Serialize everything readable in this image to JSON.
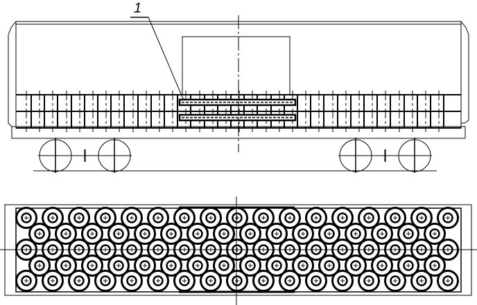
{
  "drawing": {
    "callout_label": "1",
    "ink_color": "#000000",
    "background": "#ffffff",
    "grid": {
      "rows": 5,
      "long_row_count": 17,
      "short_row_count": 16
    }
  }
}
